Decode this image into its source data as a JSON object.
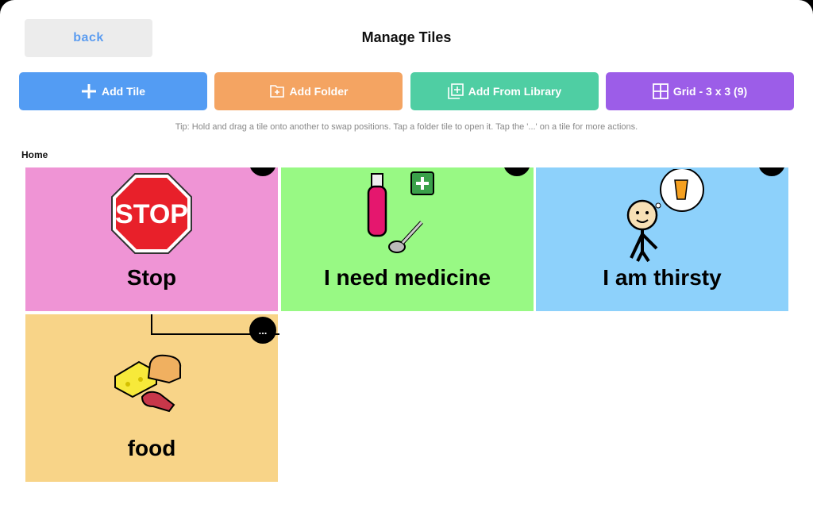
{
  "header": {
    "back_label": "back",
    "title": "Manage Tiles"
  },
  "toolbar": [
    {
      "label": "Add Tile",
      "icon": "plus-icon",
      "color": "#539cf3"
    },
    {
      "label": "Add Folder",
      "icon": "folder-add-icon",
      "color": "#f4a462"
    },
    {
      "label": "Add From Library",
      "icon": "library-add-icon",
      "color": "#4fcea3"
    },
    {
      "label": "Grid - 3 x 3 (9)",
      "icon": "grid-icon",
      "color": "#9c5de8"
    }
  ],
  "tip": "Tip: Hold and drag a tile onto another to swap positions. Tap a folder tile to open it. Tap the '...' on a tile for more actions.",
  "breadcrumb": "Home",
  "tiles": [
    {
      "label": "Stop",
      "color": "#ef94d5",
      "icon": "stop-sign-icon"
    },
    {
      "label": "I need medicine",
      "color": "#98f984",
      "icon": "medicine-icon"
    },
    {
      "label": "I am thirsty",
      "color": "#8dd1fb",
      "icon": "thirsty-person-icon"
    },
    {
      "label": "food",
      "color": "#f8d488",
      "icon": "food-icon",
      "folder": true
    }
  ],
  "menu_label": "..."
}
